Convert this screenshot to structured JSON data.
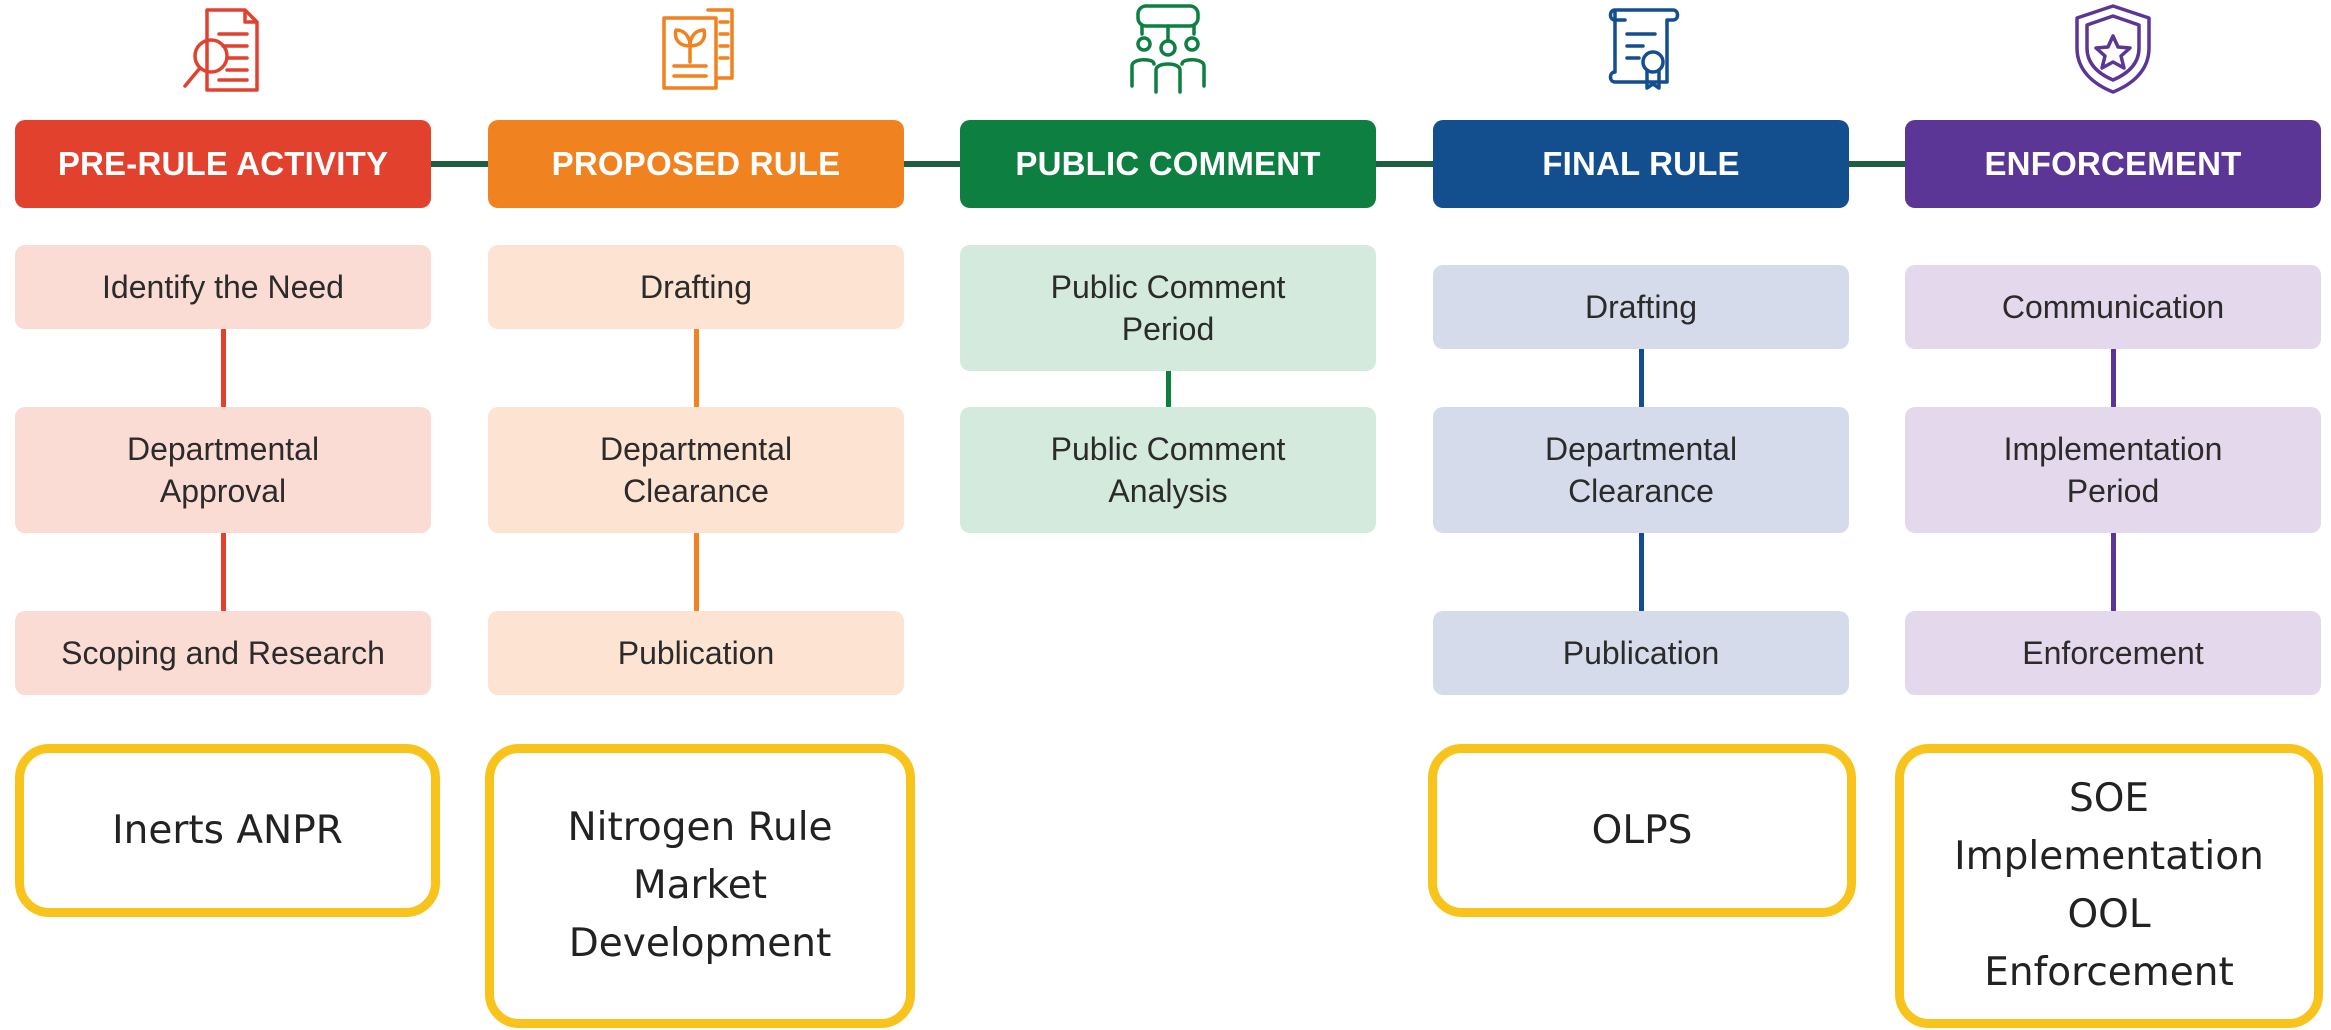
{
  "stages": [
    {
      "title": "PRE-RULE ACTIVITY",
      "icon": "document-search-icon",
      "color": "#e2412e",
      "step_bg": "#fbdcd5",
      "steps": [
        "Identify the Need",
        "Departmental\nApproval",
        "Scoping and Research"
      ],
      "callout": "Inerts ANPR"
    },
    {
      "title": "PROPOSED RULE",
      "icon": "plant-document-icon",
      "color": "#f0821f",
      "step_bg": "#fde3d2",
      "steps": [
        "Drafting",
        "Departmental\nClearance",
        "Publication"
      ],
      "callout": "Nitrogen Rule\nMarket\nDevelopment"
    },
    {
      "title": "PUBLIC COMMENT",
      "icon": "people-discussion-icon",
      "color": "#0d7f41",
      "step_bg": "#d4eadd",
      "steps": [
        "Public Comment\nPeriod",
        "Public Comment\nAnalysis"
      ],
      "callout": ""
    },
    {
      "title": "FINAL RULE",
      "icon": "certificate-icon",
      "color": "#134f8e",
      "step_bg": "#d5dbeb",
      "steps": [
        "Drafting",
        "Departmental\nClearance",
        "Publication"
      ],
      "callout": "OLPS"
    },
    {
      "title": "ENFORCEMENT",
      "icon": "shield-star-icon",
      "color": "#5c3696",
      "step_bg": "#e4d9ec",
      "steps": [
        "Communication",
        "Implementation\nPeriod",
        "Enforcement"
      ],
      "callout": "SOE\nImplementation\nOOL\nEnforcement"
    }
  ]
}
